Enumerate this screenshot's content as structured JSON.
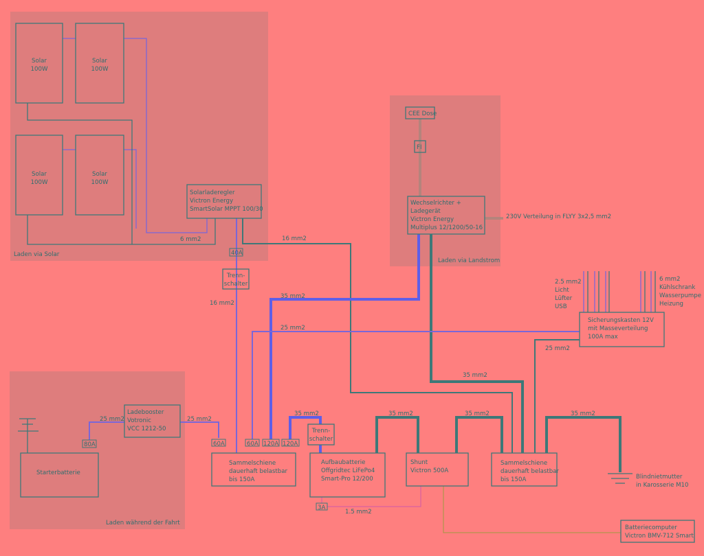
{
  "panels": {
    "solar": "Laden via Solar",
    "landstrom": "Laden via Landstrom",
    "fahrt": "Laden während der Fahrt"
  },
  "solar_panels": [
    {
      "line1": "Solar",
      "line2": "100W"
    },
    {
      "line1": "Solar",
      "line2": "100W"
    },
    {
      "line1": "Solar",
      "line2": "100W"
    },
    {
      "line1": "Solar",
      "line2": "100W"
    }
  ],
  "components": {
    "solar_controller": [
      "Solarladeregler",
      "Victron Energy",
      "SmartSolar MPPT 100/30"
    ],
    "cee": "CEE Dose",
    "fi": "FI",
    "inverter": [
      "Wechselrichter +",
      "Ladegerät",
      "Victron Energy",
      "Multiplus 12/1200/50-16"
    ],
    "ac_distribution": "230V Verteilung in FLYY 3x2,5 mm2",
    "fuse_box": [
      "Sicherungskasten 12V",
      "mit Masseverteilung",
      "100A max"
    ],
    "loads_small": [
      "2.5 mm2",
      "Licht",
      "Lüfter",
      "USB"
    ],
    "loads_large": [
      "6 mm2",
      "Kühlschrank",
      "Wasserpumpe",
      "Heizung"
    ],
    "booster": [
      "Ladebooster",
      "Votronic",
      "VCC 1212-50"
    ],
    "starter_battery": "Starterbatterie",
    "busbar1": [
      "Sammelschiene",
      "dauerhaft belastbar",
      "bis 150A"
    ],
    "busbar2": [
      "Sammelschiene",
      "dauerhaft belastbar",
      "bis 150A"
    ],
    "house_battery": [
      "Aufbaubatterie",
      "Offgridtec LiFePo4",
      "Smart-Pro 12/200"
    ],
    "shunt": [
      "Shunt",
      "Victron 500A"
    ],
    "ground": [
      "Blindnietmutter",
      "in Karosserie M10"
    ],
    "battery_monitor": [
      "Batteriecomputer",
      "Victron BMV-712 Smart"
    ],
    "switch1": [
      "Trenn-",
      "schalter"
    ],
    "switch2": [
      "Trenn-",
      "schalter"
    ]
  },
  "fuses": {
    "f40": "40A",
    "f80": "80A",
    "f60a": "60A",
    "f60b": "60A",
    "f120a": "120A",
    "f120b": "120A",
    "f3": "3A"
  },
  "cables": {
    "c6": "6 mm2",
    "c16a": "16 mm2",
    "c16b": "16 mm2",
    "c35a": "35 mm2",
    "c25a": "25 mm2",
    "c25b": "25 mm2",
    "c35b": "35 mm2",
    "c25c": "25 mm2",
    "c25d": "25 mm2",
    "c35c": "35 mm2",
    "c35d": "35 mm2",
    "c35e": "35 mm2",
    "c35f": "35 mm2",
    "c15": "1.5 mm2"
  }
}
